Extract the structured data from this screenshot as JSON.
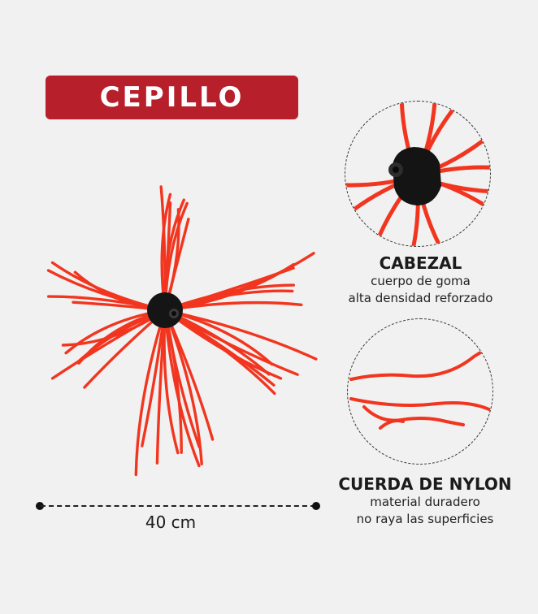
{
  "badge": {
    "title": "CEPILLO"
  },
  "features": {
    "head": {
      "title": "CABEZAL",
      "line1": "cuerpo de goma",
      "line2": "alta densidad reforzado"
    },
    "nylon": {
      "title": "CUERDA DE NYLON",
      "line1": "material duradero",
      "line2": "no raya las superficies"
    }
  },
  "measure": {
    "label": "40 cm"
  },
  "colors": {
    "badge": "#b71f2a",
    "bristle": "#f2351f",
    "hub": "#151515"
  }
}
